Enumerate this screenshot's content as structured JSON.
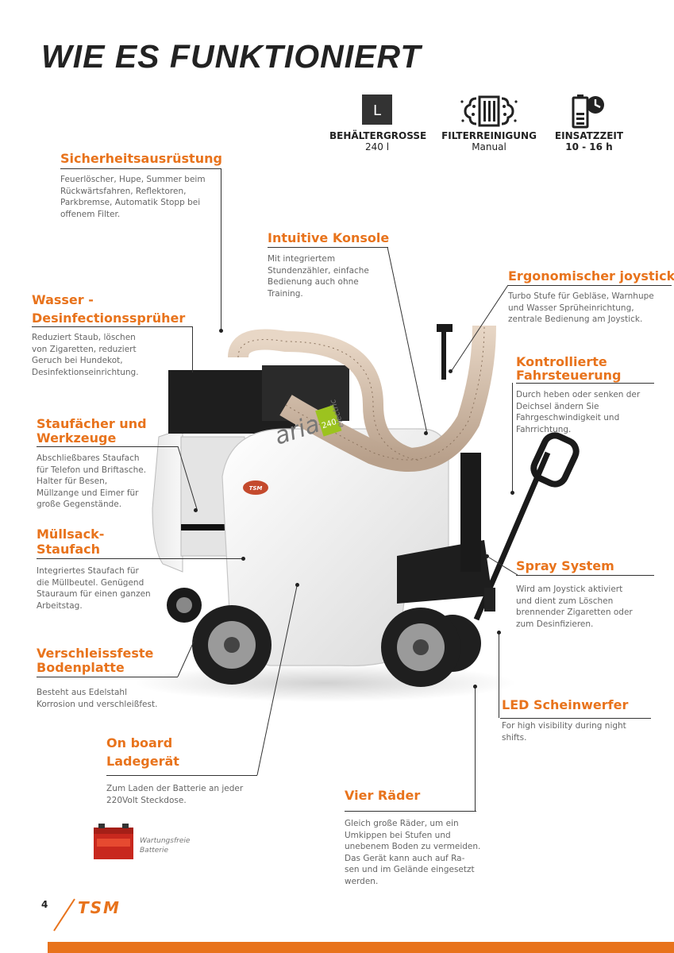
{
  "page": {
    "title": "WIE ES FUNKTIONIERT",
    "page_number": "4",
    "brand": "TSM"
  },
  "specs": [
    {
      "icon": "letter-l-icon",
      "badge": "L",
      "label": "BEHÄLTERGROSSE",
      "value": "240 l"
    },
    {
      "icon": "filter-cleaning-icon",
      "label": "FILTERREINIGUNG",
      "value": "Manual"
    },
    {
      "icon": "battery-clock-icon",
      "label": "EINSATZZEIT",
      "value": "10 - 16  h"
    }
  ],
  "features": {
    "sicherheit": {
      "title": "Sicherheitsausrüstung",
      "text": "Feuerlöscher, Hupe, Summer beim\nRückwärtsfahren, Reflektoren,\nParkbremse, Automatik Stopp bei\noffenem Filter."
    },
    "konsole": {
      "title": "Intuitive Konsole",
      "text": "Mit integriertem\nStundenzähler, einfache\nBedienung auch ohne\nTraining."
    },
    "joystick": {
      "title": "Ergonomischer joystick",
      "text": "Turbo Stufe für Gebläse, Warnhupe\nund Wasser Sprüheinrichtung,\nzentrale Bedienung am Joystick."
    },
    "wasser": {
      "title_line1": "Wasser -",
      "title_line2": "Desinfectionssprüher",
      "text": "Reduziert Staub, löschen\nvon Zigaretten, reduziert\nGeruch bei Hundekot,\nDesinfektionseinrichtung."
    },
    "fahrsteuerung": {
      "title_line1": "Kontrollierte",
      "title_line2": "Fahrsteuerung",
      "text": "Durch heben oder senken der\nDeichsel ändern Sie\nFahrgeschwindigkeit und\nFahrrichtung."
    },
    "staufaecher": {
      "title_line1": "Staufächer und",
      "title_line2": "Werkzeuge",
      "text": "Abschließbares Staufach\nfür Telefon und Briftasche.\nHalter für Besen,\nMüllzange und Eimer für\ngroße Gegenstände."
    },
    "muellsack": {
      "title_line1": "Müllsack-",
      "title_line2": "Staufach",
      "text": "Integriertes Staufach für\ndie Müllbeutel. Genügend\nStauraum für einen ganzen\nArbeitstag."
    },
    "spray": {
      "title": "Spray System",
      "text": "Wird am Joystick aktiviert\nund dient zum Löschen\nbrennender Zigaretten oder\nzum Desinfizieren."
    },
    "bodenplatte": {
      "title_line1": "Verschleissfeste",
      "title_line2": "Bodenplatte",
      "text": "Besteht aus Edelstahl\nKorrosion und verschleißfest."
    },
    "led": {
      "title": "LED Scheinwerfer",
      "text": "For high visibility during night\nshifts."
    },
    "ladegeraet": {
      "title_line1": "On board",
      "title_line2": "Ladegerät",
      "text": "Zum Laden der Batterie an jeder\n220Volt Steckdose."
    },
    "raeder": {
      "title": "Vier Räder",
      "text": "Gleich große Räder, um ein\nUmkippen bei Stufen und\nunebenem Boden zu vermeiden.\nDas Gerät kann auch auf Ra-\nsen und im Gelände eingesetzt\nwerden."
    }
  },
  "machine_logo": {
    "brand": "aria",
    "capacity": "240",
    "suffix": "electric",
    "badge": "TSM"
  },
  "battery": {
    "label": "Wartungsfreie\nBatterie"
  },
  "colors": {
    "accent": "#e8731c",
    "heading": "#222222",
    "body_text": "#666666",
    "machine_body": "#f2f2f2",
    "machine_dark": "#1a1a1a",
    "logo_green": "#9cc31f"
  }
}
